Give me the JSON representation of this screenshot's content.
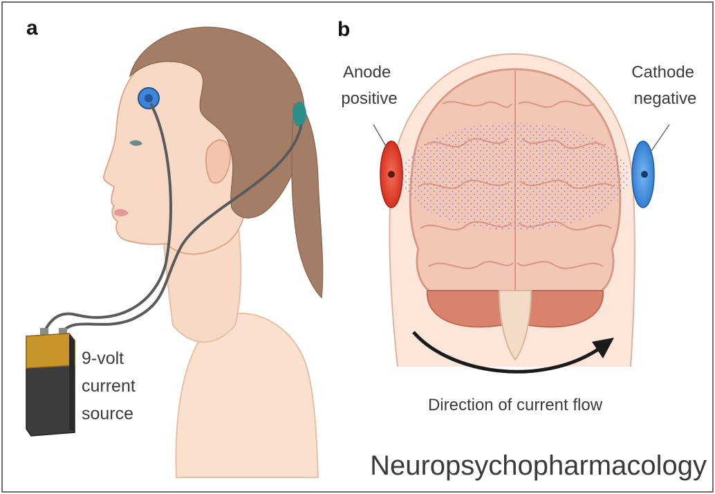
{
  "panels": {
    "a": {
      "letter": "a",
      "battery_label": [
        "9-volt",
        "current",
        "source"
      ]
    },
    "b": {
      "letter": "b",
      "anode_label": [
        "Anode",
        "positive"
      ],
      "cathode_label": [
        "Cathode",
        "negative"
      ],
      "flow_label": "Direction of current flow"
    }
  },
  "journal": "Neuropsychopharmacology",
  "colors": {
    "skin": "#f7d9c6",
    "skin_shadow": "#eec2a6",
    "hair": "#a07a63",
    "brain": "#f3c7b6",
    "brain_outline": "#d79a86",
    "anode": "#e33b26",
    "cathode": "#3b8ee0",
    "electrode_a": "#3f86d9",
    "battery_top": "#c9952a",
    "battery_body": "#3c3c3c",
    "cerebellum": "#d9826e"
  },
  "icons": [
    "electrode-icon",
    "battery-icon",
    "curved-arrow-icon"
  ]
}
